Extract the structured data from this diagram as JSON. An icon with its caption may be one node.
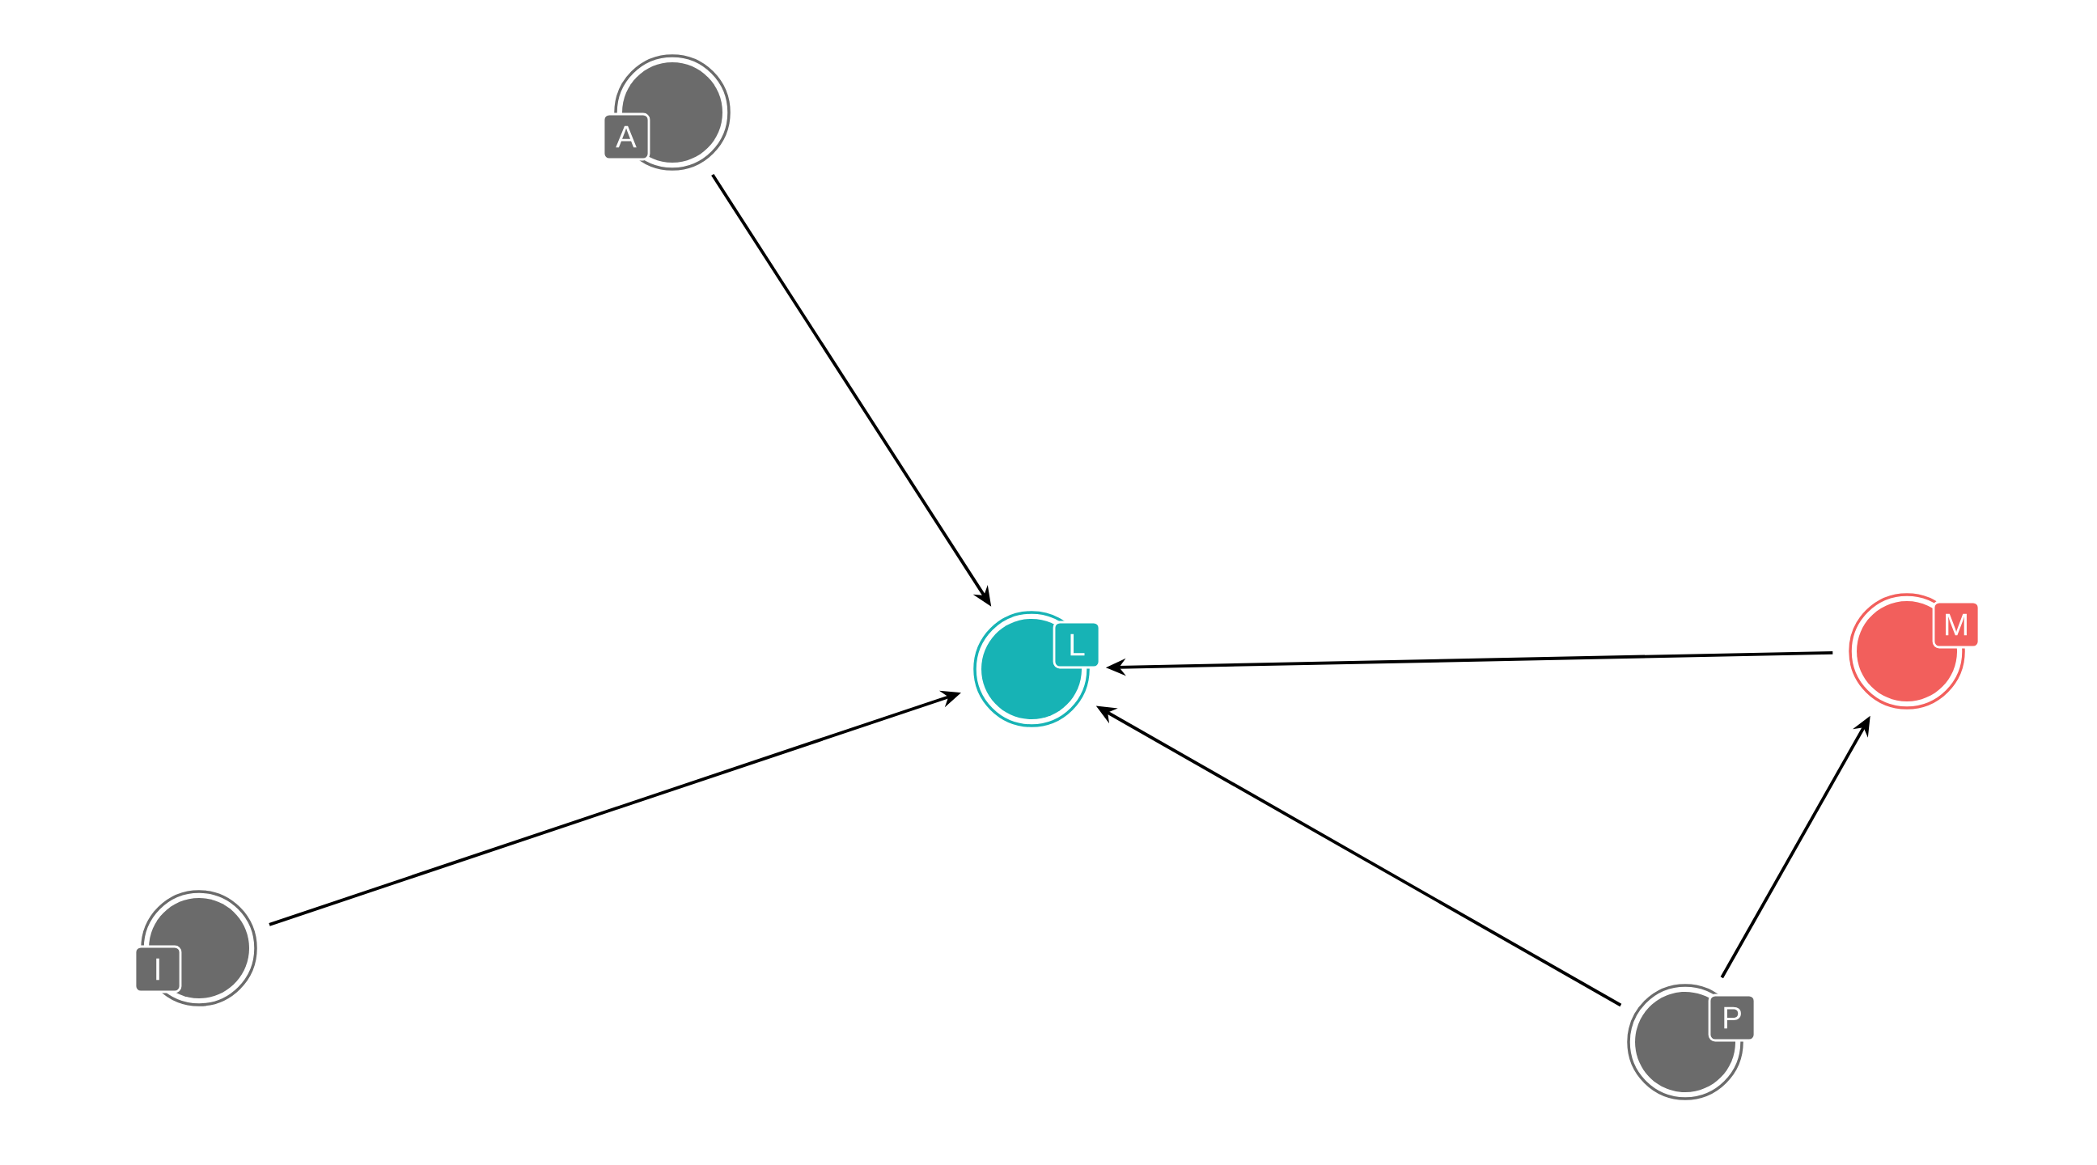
{
  "diagram": {
    "nodes": [
      {
        "text": [
          "A"
        ]
      },
      {
        "text": [
          "L"
        ]
      },
      {
        "text": [
          "I"
        ]
      },
      {
        "text": [
          "M"
        ]
      },
      {
        "text": [
          "P"
        ]
      }
    ],
    "edges": [
      {
        "from": 0,
        "to": 1,
        "arrow": "to"
      },
      {
        "from": 2,
        "to": 1,
        "arrow": "to"
      },
      {
        "from": 3,
        "to": 1,
        "arrow": "to"
      },
      {
        "from": 4,
        "to": 1,
        "arrow": "to"
      },
      {
        "from": 4,
        "to": 3,
        "arrow": "to"
      }
    ]
  }
}
